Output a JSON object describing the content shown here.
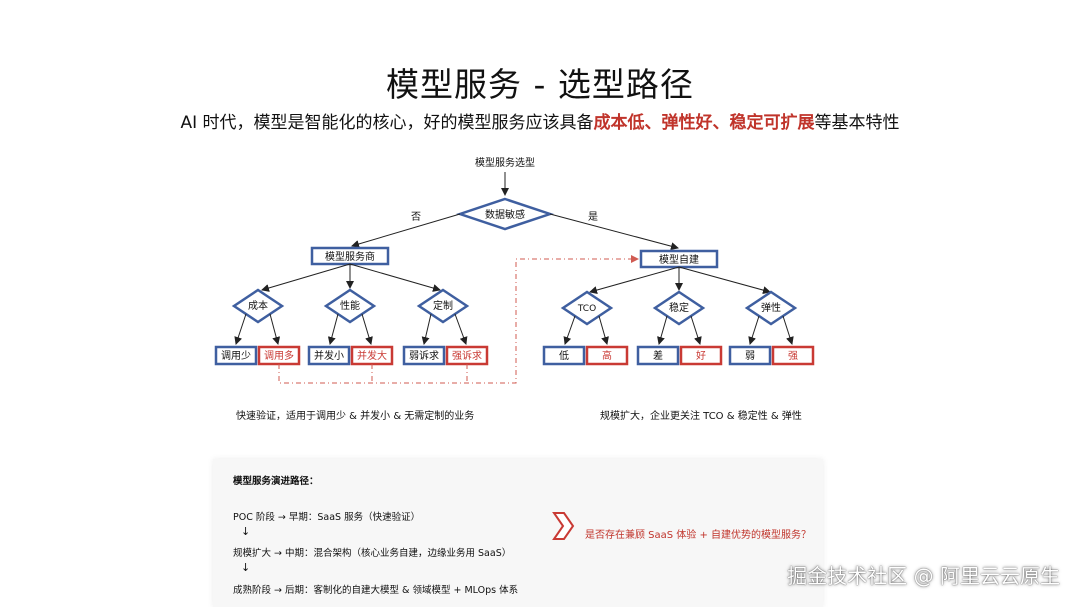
{
  "title": "模型服务 - 选型路径",
  "subtitle": {
    "prefix": "AI 时代，模型是智能化的核心，好的模型服务应该具备",
    "highlight": "成本低、弹性好、稳定可扩展",
    "suffix": "等基本特性"
  },
  "diagram": {
    "root": "模型服务选型",
    "decision": "数据敏感",
    "no_label": "否",
    "yes_label": "是",
    "left_branch": {
      "node": "模型服务商",
      "criteria": [
        {
          "label": "成本",
          "options": [
            "调用少",
            "调用多"
          ]
        },
        {
          "label": "性能",
          "options": [
            "并发小",
            "并发大"
          ]
        },
        {
          "label": "定制",
          "options": [
            "弱诉求",
            "强诉求"
          ]
        }
      ]
    },
    "right_branch": {
      "node": "模型自建",
      "criteria": [
        {
          "label": "TCO",
          "options": [
            "低",
            "高"
          ]
        },
        {
          "label": "稳定",
          "options": [
            "差",
            "好"
          ]
        },
        {
          "label": "弹性",
          "options": [
            "弱",
            "强"
          ]
        }
      ]
    },
    "colors": {
      "blue": "#3f5fa0",
      "red": "#c93a34",
      "dash": "#d05b52"
    }
  },
  "captions": {
    "left": "快速验证，适用于调用少 & 并发小 & 无需定制的业务",
    "right": "规模扩大，企业更关注 TCO & 稳定性 & 弹性"
  },
  "panel": {
    "heading": "模型服务演进路径：",
    "stage1": "POC 阶段 → 早期：SaaS 服务（快速验证）",
    "stage2": "规模扩大 → 中期：混合架构（核心业务自建，边缘业务用 SaaS）",
    "stage3": "成熟阶段 → 后期：客制化的自建大模型 & 领域模型 + MLOps 体系",
    "down_arrow": "↓",
    "question": "是否存在兼顾 SaaS 体验 + 自建优势的模型服务？"
  },
  "watermark": "掘金技术社区 @ 阿里云云原生"
}
